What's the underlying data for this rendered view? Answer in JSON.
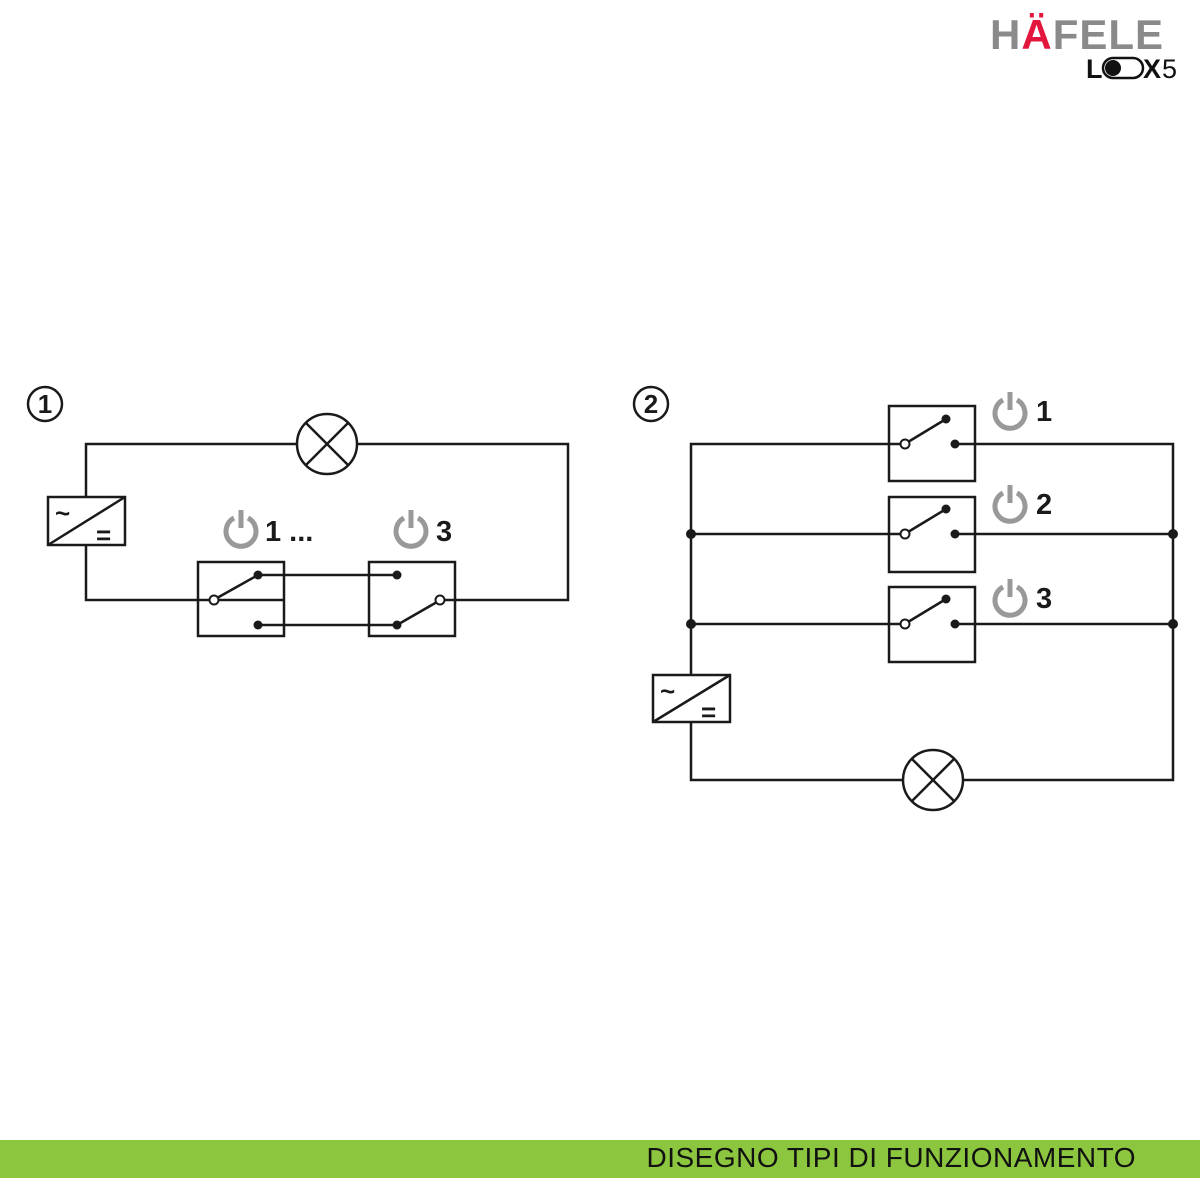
{
  "logo": {
    "brand": "HÄFELE",
    "product": "LOOX5",
    "brand_color": "#8a8a8a",
    "accent_color": "#e3173e"
  },
  "diagram1": {
    "number": "1",
    "switch_labels": [
      "1 ...",
      "3"
    ],
    "converter_ac": "~",
    "converter_dc": "="
  },
  "diagram2": {
    "number": "2",
    "switch_labels": [
      "1",
      "2",
      "3"
    ],
    "converter_ac": "~",
    "converter_dc": "="
  },
  "footer": {
    "title": "DISEGNO TIPI DI FUNZIONAMENTO",
    "color": "#8cc63f"
  }
}
